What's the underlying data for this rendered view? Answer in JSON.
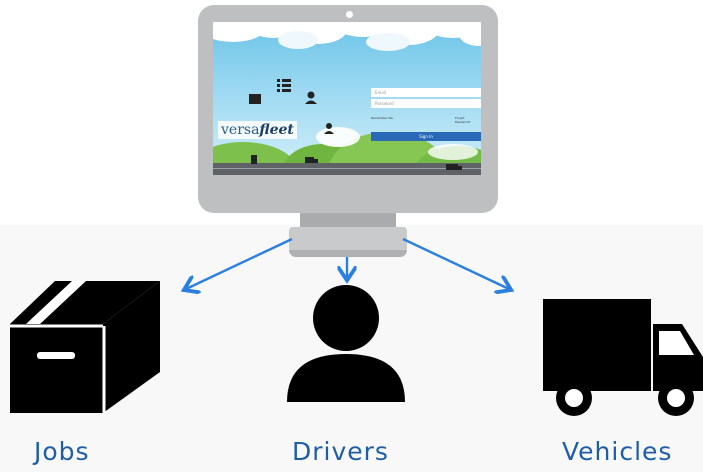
{
  "screen": {
    "logo_versa": "versa",
    "logo_fleet": "fleet",
    "email_placeholder": "Email",
    "password_placeholder": "Password",
    "remember_label": "Remember Me",
    "forgot_label": "Forgot Password?",
    "signin_label": "Sign In"
  },
  "labels": {
    "jobs": "Jobs",
    "drivers": "Drivers",
    "vehicles": "Vehicles"
  },
  "colors": {
    "label_blue": "#1e5ea8",
    "arrow_blue": "#2a7fe0",
    "icon_black": "#000000",
    "monitor_gray": "#bdbfc1"
  },
  "icons": [
    "box-icon",
    "person-icon",
    "truck-icon",
    "down-arrow-icon"
  ]
}
